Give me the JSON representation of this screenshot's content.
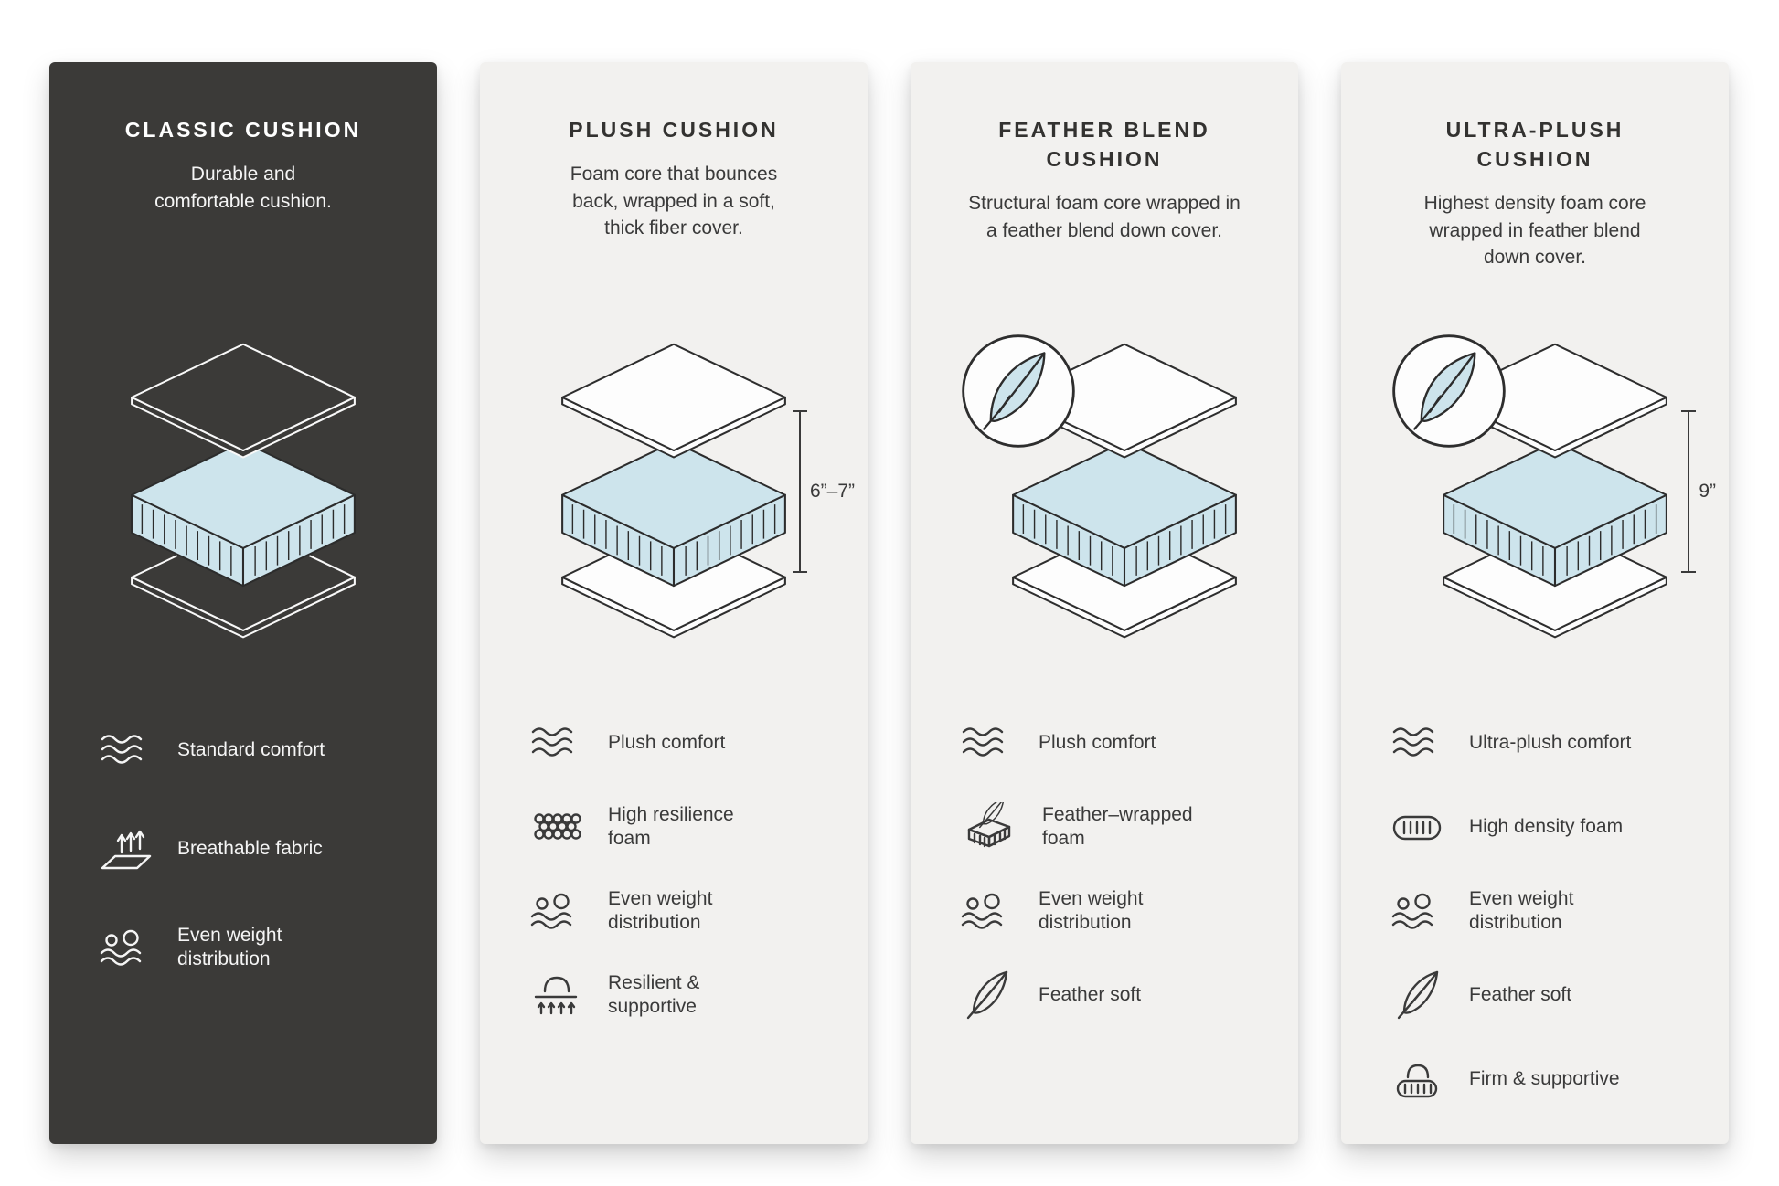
{
  "colors": {
    "page_background": "#ffffff",
    "dark_panel_bg": "#3b3a38",
    "light_panel_bg": "#f2f1ef",
    "foam_blue": "#cde4ec",
    "line_dark": "#2c2c2c",
    "text_light": "#f5f5f5",
    "text_dark": "#3a3a3a"
  },
  "panels": [
    {
      "id": "classic",
      "theme": "dark",
      "title": "CLASSIC CUSHION",
      "description": "Durable and\ncomfortable cushion.",
      "features": [
        {
          "icon": "waves-icon",
          "label": "Standard comfort"
        },
        {
          "icon": "breathable-fabric-icon",
          "label": "Breathable fabric"
        },
        {
          "icon": "weight-distribution-icon",
          "label": "Even weight\ndistribution"
        }
      ]
    },
    {
      "id": "plush",
      "theme": "light",
      "title": "PLUSH CUSHION",
      "description": "Foam core that bounces\nback, wrapped in a soft,\nthick fiber cover.",
      "dimension_label": "6”–7”",
      "features": [
        {
          "icon": "waves-icon",
          "label": "Plush comfort"
        },
        {
          "icon": "foam-cells-icon",
          "label": "High resilience\nfoam"
        },
        {
          "icon": "weight-distribution-icon",
          "label": "Even weight\ndistribution"
        },
        {
          "icon": "hand-press-icon",
          "label": "Resilient &\nsupportive"
        }
      ]
    },
    {
      "id": "feather-blend",
      "theme": "light",
      "title": "FEATHER BLEND\nCUSHION",
      "description": "Structural foam core wrapped in\na feather blend down cover.",
      "features": [
        {
          "icon": "waves-icon",
          "label": "Plush comfort"
        },
        {
          "icon": "feather-foam-icon",
          "label": "Feather–wrapped\nfoam"
        },
        {
          "icon": "weight-distribution-icon",
          "label": "Even weight\ndistribution"
        },
        {
          "icon": "feather-icon",
          "label": "Feather soft"
        }
      ]
    },
    {
      "id": "ultra-plush",
      "theme": "light",
      "title": "ULTRA-PLUSH\nCUSHION",
      "description": "Highest density foam core\nwrapped in feather blend\ndown cover.",
      "dimension_label": "9”",
      "features": [
        {
          "icon": "waves-icon",
          "label": "Ultra-plush comfort"
        },
        {
          "icon": "density-foam-icon",
          "label": "High density foam"
        },
        {
          "icon": "weight-distribution-icon",
          "label": "Even weight\ndistribution"
        },
        {
          "icon": "feather-icon",
          "label": "Feather soft"
        },
        {
          "icon": "firm-support-icon",
          "label": "Firm & supportive"
        }
      ]
    }
  ]
}
